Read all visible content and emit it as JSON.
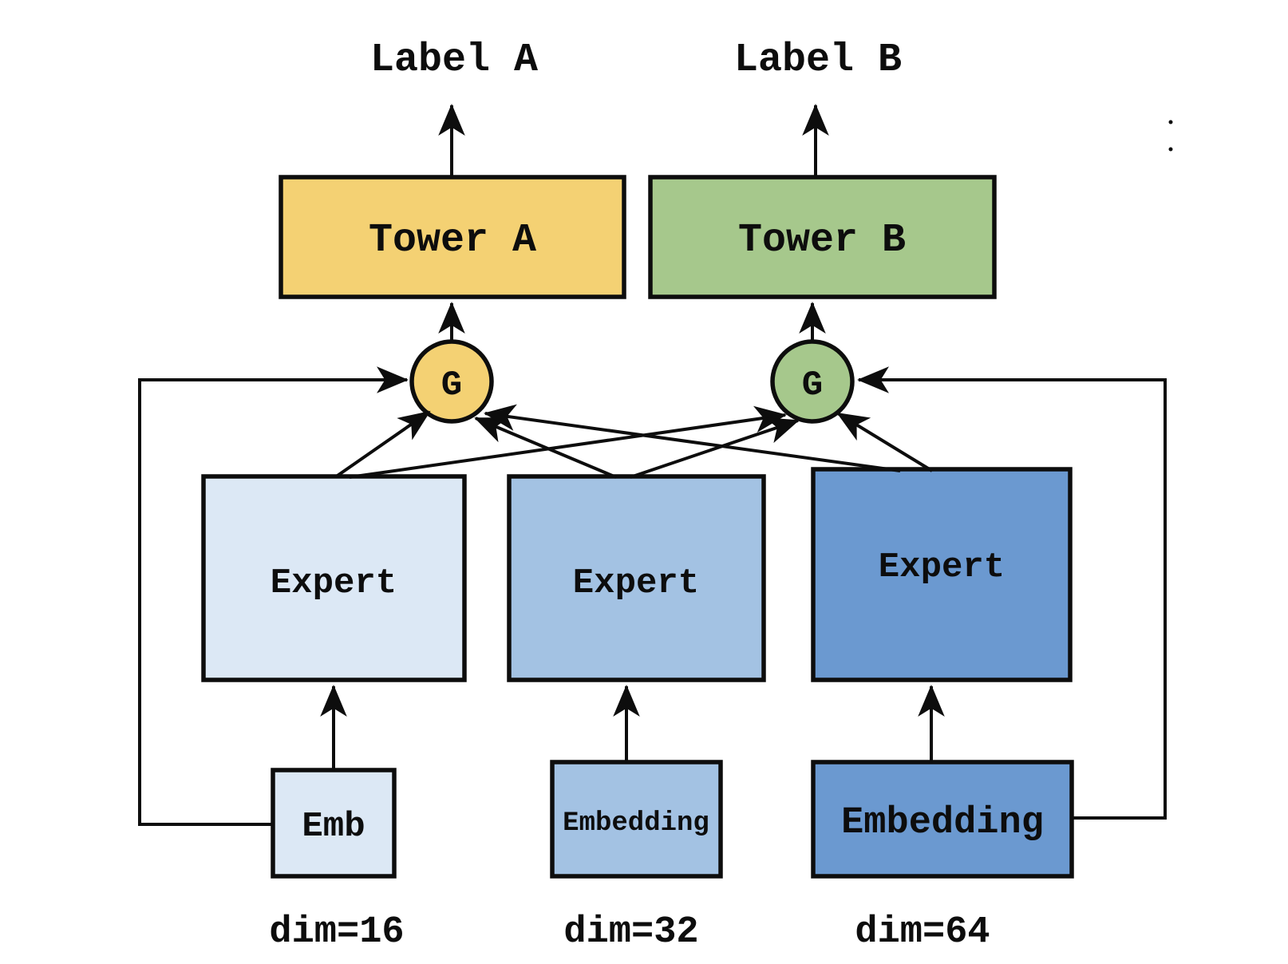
{
  "diagram": {
    "output_labels": {
      "a": "Label A",
      "b": "Label B"
    },
    "towers": {
      "a": "Tower A",
      "b": "Tower B"
    },
    "gates": {
      "a": "G",
      "b": "G"
    },
    "experts": {
      "e1": "Expert",
      "e2": "Expert",
      "e3": "Expert"
    },
    "embeddings": {
      "e1": "Emb",
      "e2": "Embedding",
      "e3": "Embedding"
    },
    "dims": {
      "d1": "dim=16",
      "d2": "dim=32",
      "d3": "dim=64"
    },
    "colors": {
      "tower_a": "#F4D173",
      "tower_b": "#A6C88C",
      "gate_a": "#F4D173",
      "gate_b": "#A6C88C",
      "expert_light": "#DCE8F5",
      "expert_medium": "#A3C2E3",
      "expert_dark": "#6B99D0",
      "emb_light": "#DCE8F5",
      "emb_medium": "#A3C2E3",
      "emb_dark": "#6B99D0",
      "line": "#0D0D0D",
      "text": "#0D0D0D",
      "background": "#FFFFFF"
    }
  }
}
